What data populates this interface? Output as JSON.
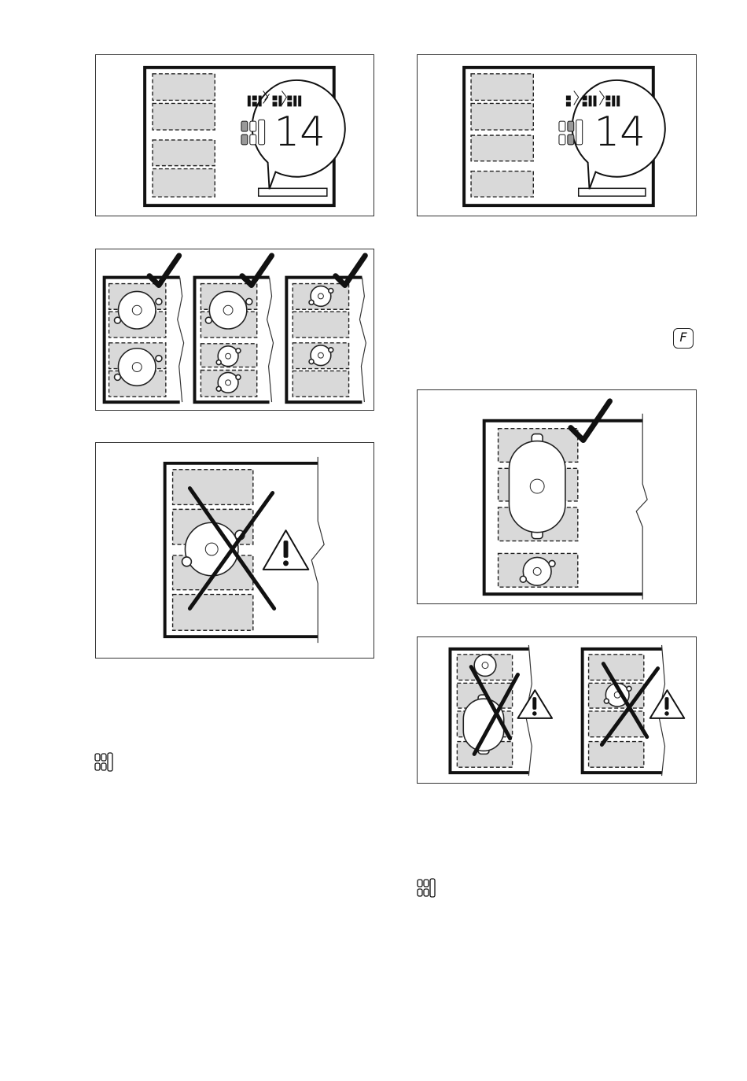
{
  "figures": {
    "display_left": {
      "timer_value": "14"
    },
    "display_right": {
      "timer_value": "14"
    }
  },
  "icons": {
    "function_key_label": "F",
    "function_key_icon": "f-key-icon",
    "bridge_symbol_icon": "bridge-symbol-icon",
    "check_icon": "checkmark-icon",
    "cross_icon": "cross-icon",
    "warning_icon": "warning-triangle-icon"
  }
}
